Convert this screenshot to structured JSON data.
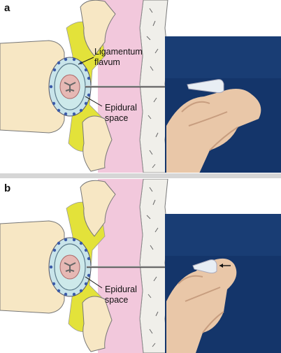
{
  "panels": [
    {
      "letter": "a",
      "label_ligamentum_1": "Ligamentum",
      "label_ligamentum_2": "flavum",
      "label_epidural_1": "Epidural",
      "label_epidural_2": "space"
    },
    {
      "letter": "b",
      "label_epidural_1": "Epidural",
      "label_epidural_2": "space"
    }
  ],
  "colors": {
    "bone": "#f7e7c4",
    "ligament": "#e3e23a",
    "muscle": "#f2c8dc",
    "skin": "#f0efea",
    "photo_blue": "#14356a",
    "hand": "#e9c7a8"
  }
}
